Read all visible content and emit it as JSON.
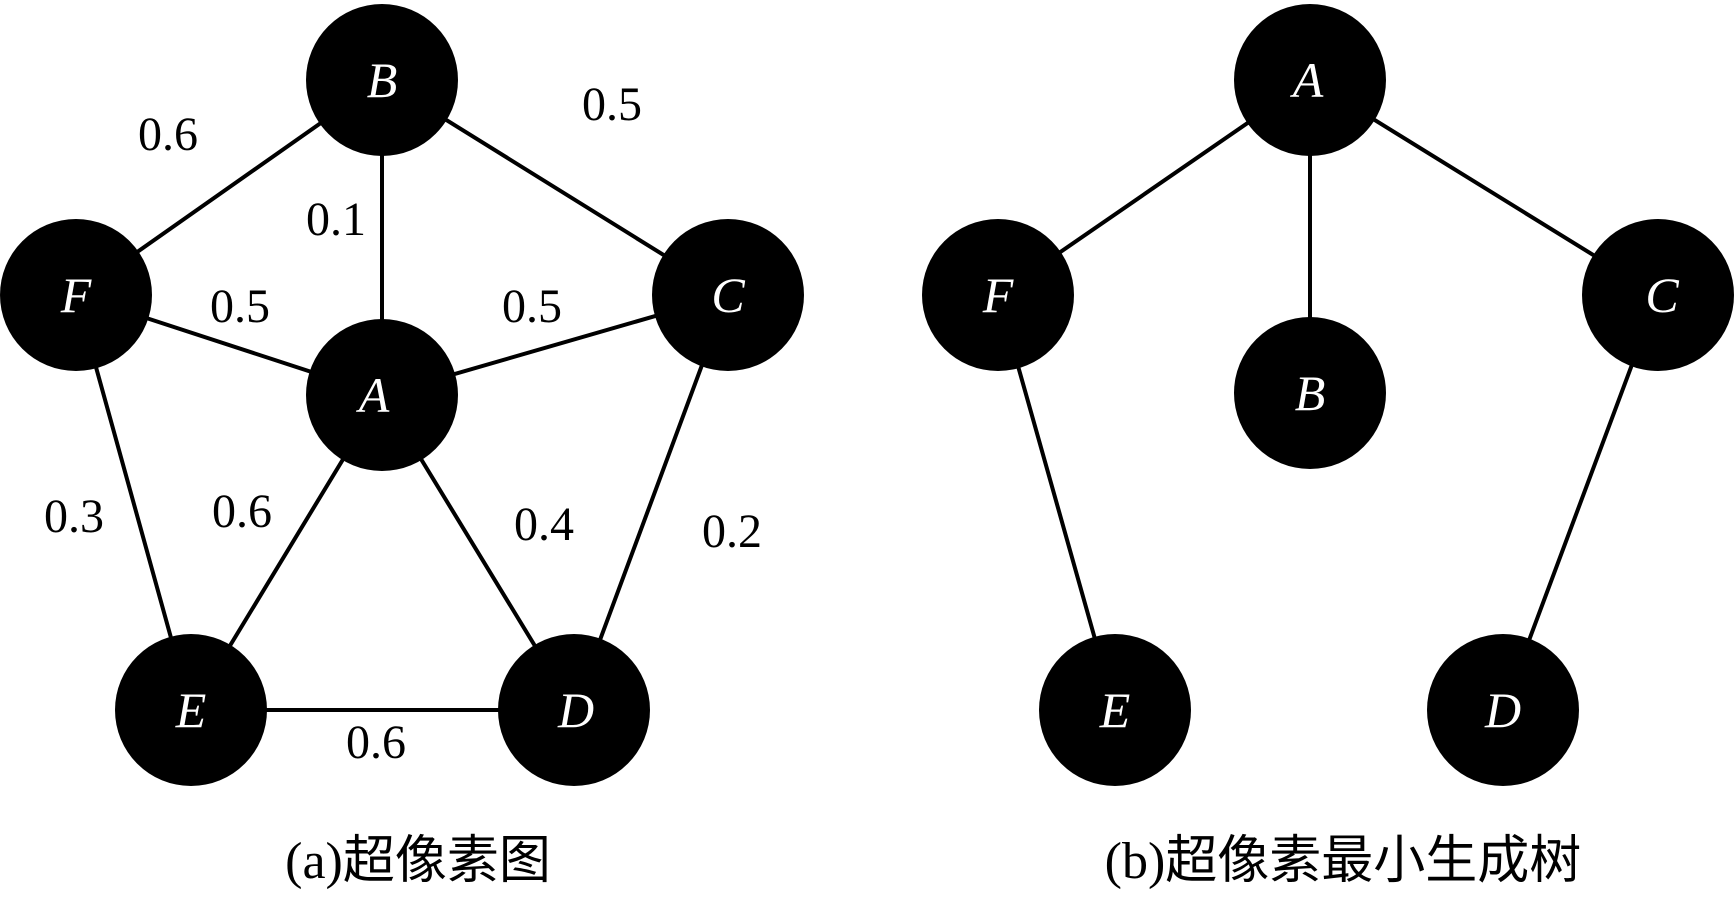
{
  "colors": {
    "node_fill": "#000000",
    "node_label": "#ffffff",
    "edge": "#000000",
    "text": "#000000",
    "background": "#ffffff"
  },
  "graph_a": {
    "caption": "(a)超像素图",
    "nodes": {
      "A": "A",
      "B": "B",
      "C": "C",
      "D": "D",
      "E": "E",
      "F": "F"
    },
    "edges": [
      {
        "from": "B",
        "to": "F",
        "weight": "0.6"
      },
      {
        "from": "B",
        "to": "C",
        "weight": "0.5"
      },
      {
        "from": "B",
        "to": "A",
        "weight": "0.1"
      },
      {
        "from": "F",
        "to": "A",
        "weight": "0.5"
      },
      {
        "from": "A",
        "to": "C",
        "weight": "0.5"
      },
      {
        "from": "F",
        "to": "E",
        "weight": "0.3"
      },
      {
        "from": "A",
        "to": "E",
        "weight": "0.6"
      },
      {
        "from": "A",
        "to": "D",
        "weight": "0.4"
      },
      {
        "from": "C",
        "to": "D",
        "weight": "0.2"
      },
      {
        "from": "E",
        "to": "D",
        "weight": "0.6"
      }
    ]
  },
  "graph_b": {
    "caption": "(b)超像素最小生成树",
    "nodes": {
      "A": "A",
      "B": "B",
      "C": "C",
      "D": "D",
      "E": "E",
      "F": "F"
    },
    "edges": [
      {
        "from": "A",
        "to": "F"
      },
      {
        "from": "A",
        "to": "B"
      },
      {
        "from": "A",
        "to": "C"
      },
      {
        "from": "F",
        "to": "E"
      },
      {
        "from": "C",
        "to": "D"
      }
    ]
  }
}
